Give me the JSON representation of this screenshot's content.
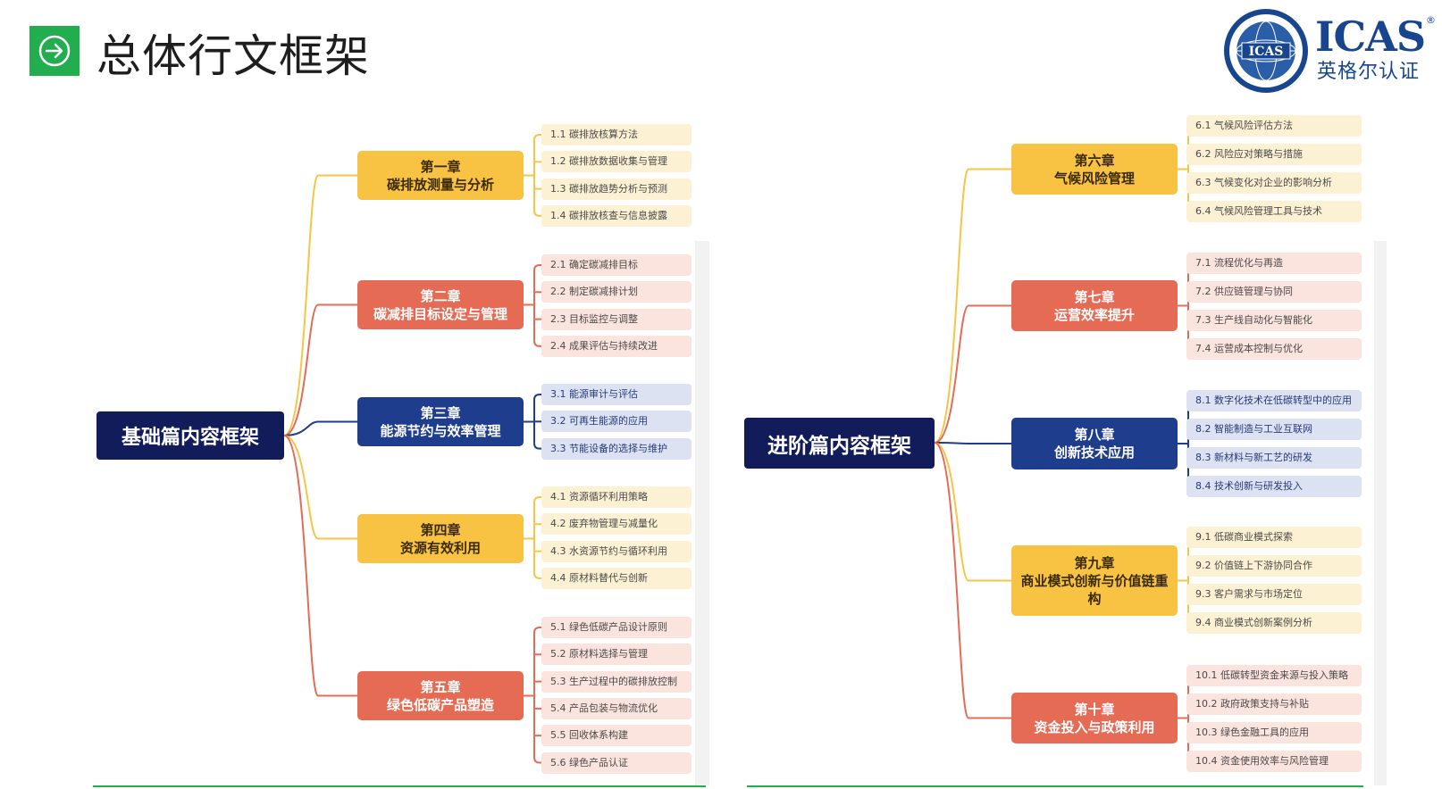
{
  "header": {
    "title": "总体行文框架",
    "icon": "arrow-right-circle-icon"
  },
  "logo": {
    "wordmark": "ICAS",
    "registered": "®",
    "subtitle": "英格尔认证",
    "seal_center": "ICAS",
    "color": "#17468f"
  },
  "colors": {
    "yellow": "#f8c343",
    "red": "#e66b55",
    "navy": "#1e3d8d",
    "root": "#131c5a",
    "accent_green": "#22ad4e"
  },
  "left": {
    "root": "基础篇内容框架",
    "chapters": [
      {
        "title": "第一章",
        "subtitle": "碳排放测量与分析",
        "color": "yellow",
        "items": [
          "1.1 碳排放核算方法",
          "1.2 碳排放数据收集与管理",
          "1.3 碳排放趋势分析与预测",
          "1.4 碳排放核查与信息披露"
        ]
      },
      {
        "title": "第二章",
        "subtitle": "碳减排目标设定与管理",
        "color": "red",
        "items": [
          "2.1 确定碳减排目标",
          "2.2 制定碳减排计划",
          "2.3 目标监控与调整",
          "2.4 成果评估与持续改进"
        ]
      },
      {
        "title": "第三章",
        "subtitle": "能源节约与效率管理",
        "color": "navy",
        "items": [
          "3.1 能源审计与评估",
          "3.2 可再生能源的应用",
          "3.3 节能设备的选择与维护"
        ]
      },
      {
        "title": "第四章",
        "subtitle": "资源有效利用",
        "color": "yellow",
        "items": [
          "4.1 资源循环利用策略",
          "4.2 废弃物管理与减量化",
          "4.3 水资源节约与循环利用",
          "4.4 原材料替代与创新"
        ]
      },
      {
        "title": "第五章",
        "subtitle": "绿色低碳产品塑造",
        "color": "red",
        "items": [
          "5.1 绿色低碳产品设计原则",
          "5.2 原材料选择与管理",
          "5.3 生产过程中的碳排放控制",
          "5.4 产品包装与物流优化",
          "5.5 回收体系构建",
          "5.6 绿色产品认证"
        ]
      }
    ]
  },
  "right": {
    "root": "进阶篇内容框架",
    "chapters": [
      {
        "title": "第六章",
        "subtitle": "气候风险管理",
        "color": "yellow",
        "items": [
          "6.1 气候风险评估方法",
          "6.2 风险应对策略与措施",
          "6.3 气候变化对企业的影响分析",
          "6.4 气候风险管理工具与技术"
        ]
      },
      {
        "title": "第七章",
        "subtitle": "运营效率提升",
        "color": "red",
        "items": [
          "7.1 流程优化与再造",
          "7.2 供应链管理与协同",
          "7.3 生产线自动化与智能化",
          "7.4 运营成本控制与优化"
        ]
      },
      {
        "title": "第八章",
        "subtitle": "创新技术应用",
        "color": "navy",
        "items": [
          "8.1 数字化技术在低碳转型中的应用",
          "8.2 智能制造与工业互联网",
          "8.3 新材料与新工艺的研发",
          "8.4 技术创新与研发投入"
        ]
      },
      {
        "title": "第九章",
        "subtitle": "商业模式创新与价值链重构",
        "color": "yellow",
        "items": [
          "9.1 低碳商业模式探索",
          "9.2 价值链上下游协同合作",
          "9.3 客户需求与市场定位",
          "9.4 商业模式创新案例分析"
        ]
      },
      {
        "title": "第十章",
        "subtitle": "资金投入与政策利用",
        "color": "red",
        "items": [
          "10.1 低碳转型资金来源与投入策略",
          "10.2 政府政策支持与补贴",
          "10.3 绿色金融工具的应用",
          "10.4 资金使用效率与风险管理"
        ]
      }
    ]
  }
}
